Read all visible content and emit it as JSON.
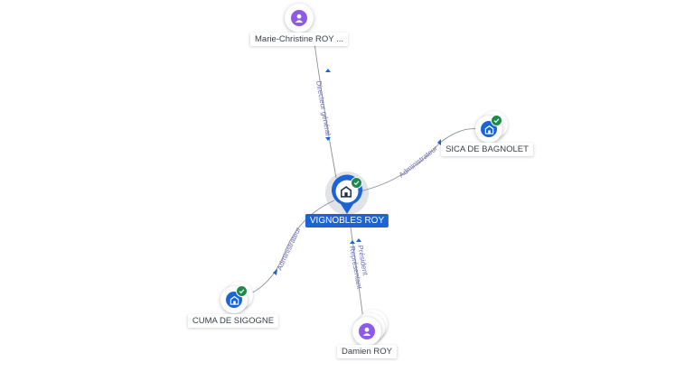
{
  "graph": {
    "center": {
      "name": "VIGNOBLES ROY",
      "icon": "company-building-icon",
      "status": "verified-check-icon"
    },
    "nodes": {
      "marie": {
        "name": "Marie-Christine ROY ...",
        "icon": "person-icon"
      },
      "sica": {
        "name": "SICA DE BAGNOLET",
        "icon": "company-building-icon",
        "status": "verified-check-icon"
      },
      "cuma": {
        "name": "CUMA DE SIGOGNE",
        "icon": "company-building-icon",
        "status": "verified-check-icon"
      },
      "damien": {
        "name": "Damien ROY",
        "icon": "person-icon"
      }
    },
    "edges": {
      "marie": "Directeur général",
      "sica": "Administrateur",
      "cuma": "Administrateur",
      "damien_line1": "Président",
      "damien_line2": "Représentant"
    }
  },
  "colors": {
    "primary": "#1a64d6",
    "person": "#8e5be8",
    "verified": "#1f8a4c",
    "edge_label": "#6a6fb8",
    "edge_line": "#8a8f99"
  }
}
